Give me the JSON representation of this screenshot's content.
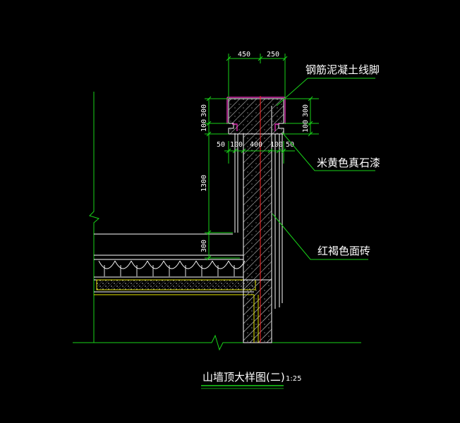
{
  "drawing": {
    "title": "山墙顶大样图(二)",
    "scale": "1:25"
  },
  "callouts": {
    "coping": "钢筋泥凝土线脚",
    "coating": "米黄色真石漆",
    "tile": "红褐色面砖"
  },
  "dimensions": {
    "top_left": "450",
    "top_right": "250",
    "left_300": "300",
    "left_100": "100",
    "left_1300": "1300",
    "left_300b": "300",
    "right_300": "300",
    "right_100": "100",
    "row_50a": "50",
    "row_100a": "100",
    "row_400": "400",
    "row_100b": "100",
    "row_50b": "50"
  },
  "colors": {
    "line_green": "#19d219",
    "line_white": "#ffffff",
    "line_red": "#ff2020",
    "line_magenta": "#ff33cc",
    "line_yellow": "#e6e600",
    "hatch": "#b0b0b0"
  }
}
